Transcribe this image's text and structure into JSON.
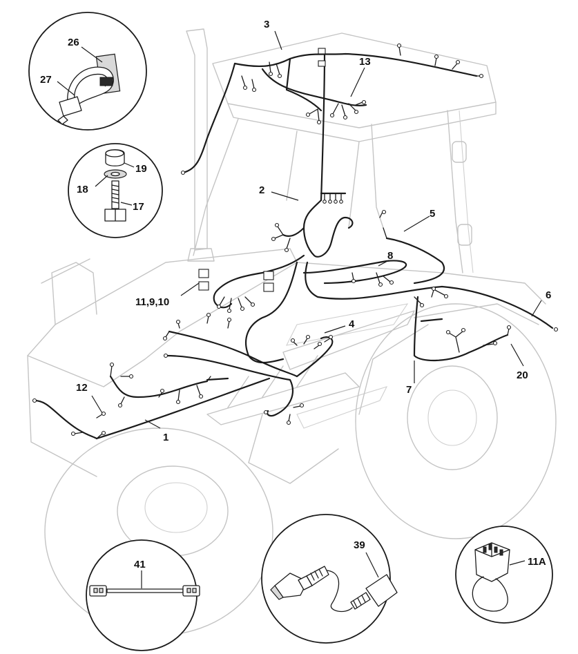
{
  "callouts": {
    "c1": "1",
    "c2": "2",
    "c3": "3",
    "c4": "4",
    "c5": "5",
    "c6": "6",
    "c7": "7",
    "c8": "8",
    "c11_9_10": "11,9,10",
    "c12": "12",
    "c13": "13",
    "c17": "17",
    "c18": "18",
    "c19": "19",
    "c20": "20",
    "c26": "26",
    "c27": "27",
    "c39": "39",
    "c41": "41",
    "c11A": "11A"
  },
  "colors": {
    "harness": "#1b1b1b",
    "vehicle_outline": "#c4c4c4",
    "background": "#ffffff"
  }
}
